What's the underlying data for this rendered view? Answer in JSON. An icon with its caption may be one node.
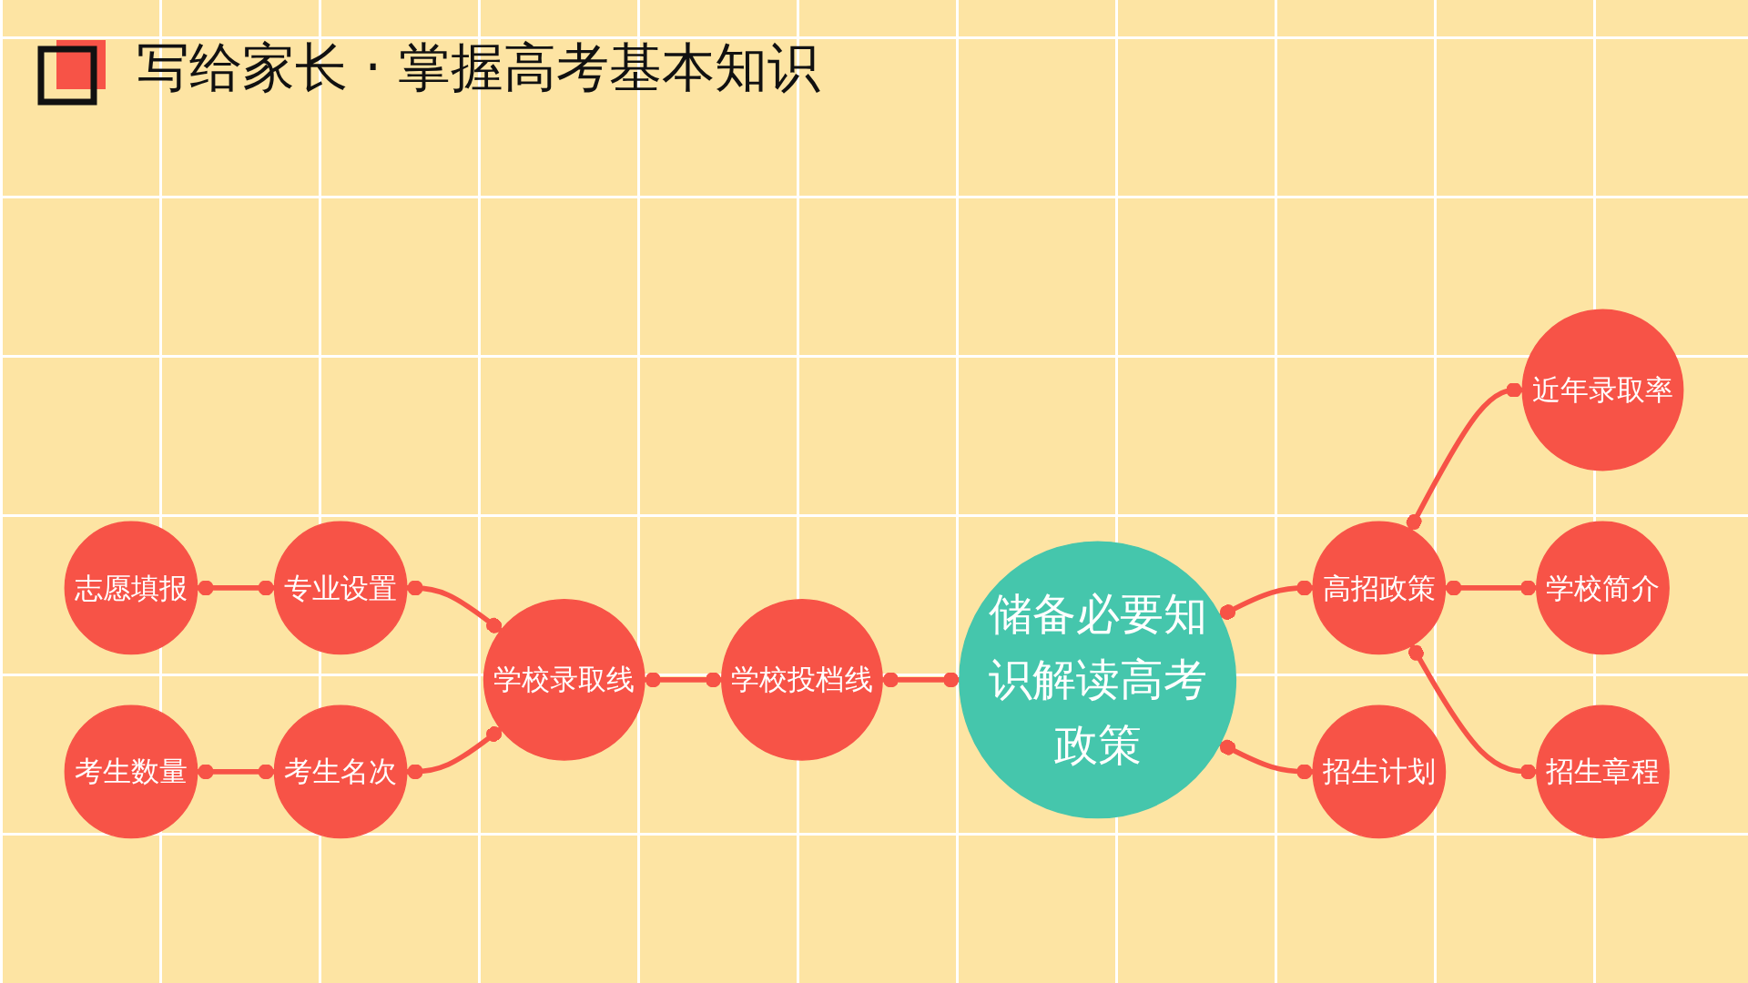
{
  "diagram": {
    "title": "写给家长 · 掌握高考基本知识",
    "nodes": [
      {
        "text": [
          "专业设置"
        ]
      },
      {
        "text": [
          "志愿填报"
        ]
      },
      {
        "text": [
          "学校录取线"
        ]
      },
      {
        "text": [
          "考生数量"
        ]
      },
      {
        "text": [
          "考生名次"
        ]
      },
      {
        "text": [
          "学校投档线"
        ]
      },
      {
        "text": [
          "储备必要知识解读高考政策"
        ]
      },
      {
        "text": [
          "近年录取率"
        ]
      },
      {
        "text": [
          "高招政策"
        ]
      },
      {
        "text": [
          "学校简介"
        ]
      },
      {
        "text": [
          "招生计划"
        ]
      },
      {
        "text": [
          "招生章程"
        ]
      }
    ],
    "edges": [
      {
        "from": 1,
        "to": 0,
        "arrow": "other"
      },
      {
        "from": 0,
        "to": 2,
        "arrow": "other"
      },
      {
        "from": 4,
        "to": 2,
        "arrow": "other"
      },
      {
        "from": 3,
        "to": 4,
        "arrow": "other"
      },
      {
        "from": 2,
        "to": 5,
        "arrow": "other"
      },
      {
        "from": 5,
        "to": 6,
        "arrow": "other"
      },
      {
        "from": 6,
        "to": 8,
        "arrow": "other"
      },
      {
        "from": 6,
        "to": 10,
        "arrow": "other"
      },
      {
        "from": 8,
        "to": 7,
        "arrow": "other"
      },
      {
        "from": 8,
        "to": 9,
        "arrow": "other"
      },
      {
        "from": 8,
        "to": 11,
        "arrow": "other"
      }
    ]
  }
}
